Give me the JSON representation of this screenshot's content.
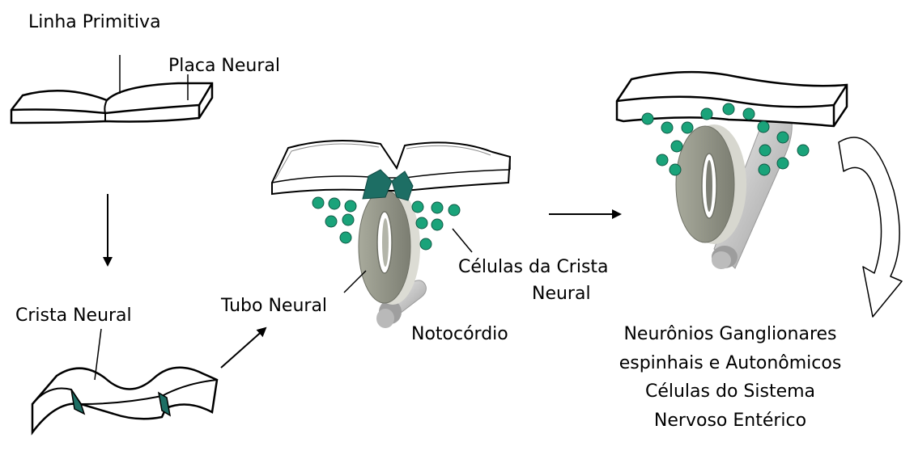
{
  "labels": {
    "linha_primitiva": "Linha Primitiva",
    "placa_neural": "Placa Neural",
    "crista_neural": "Crista Neural",
    "tubo_neural": "Tubo Neural",
    "notocordio": "Notocórdio",
    "celulas_crista_l1": "Células da Crista",
    "celulas_crista_l2": "Neural",
    "derivados_l1": "Neurônios Ganglionares",
    "derivados_l2": "espinhais e Autonômicos",
    "derivados_l3": "Células do Sistema",
    "derivados_l4": "Nervoso Entérico"
  },
  "colors": {
    "crest_cells": "#1aa37a",
    "crest_tissue": "#1d6e64",
    "tube": "#8c8e80",
    "notochord": "#a9a9a9"
  }
}
